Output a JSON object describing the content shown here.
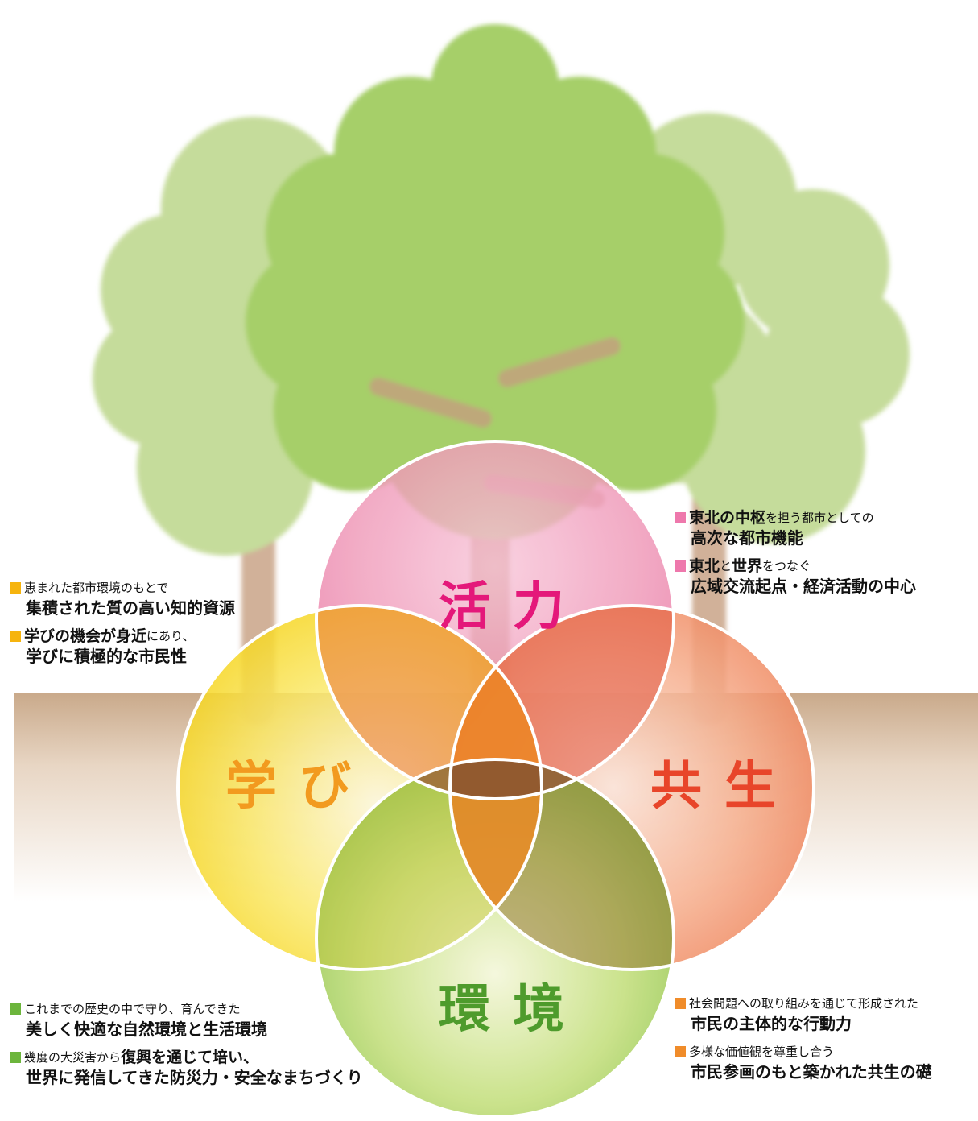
{
  "colors": {
    "learning": "#f29a1f",
    "vitality": "#e4187a",
    "coexistence": "#e8452a",
    "environment": "#4e9b2c",
    "marker_learning": "#f6b40e",
    "marker_vitality": "#ee78ac",
    "marker_environment": "#6cb53c",
    "marker_coexistence": "#f08c2a"
  },
  "circles": {
    "vitality": "活力",
    "learning": "学び",
    "coexistence": "共生",
    "environment": "環境"
  },
  "notes": {
    "learning": [
      {
        "small_pre": "恵まれた都市環境のもとで",
        "bold": "",
        "small_post": "",
        "line2": "集積された質の高い知的資源"
      },
      {
        "small_pre": "",
        "bold": "学びの機会が身近",
        "small_post": "にあり、",
        "line2": "学びに積極的な市民性"
      }
    ],
    "vitality": [
      {
        "small_pre": "",
        "bold": "東北の中枢",
        "small_post": "を担う都市としての",
        "line2": "高次な都市機能"
      },
      {
        "small_pre": "",
        "bold": "東北",
        "small_post": "と",
        "bold2": "世界",
        "small_post2": "をつなぐ",
        "line2": "広域交流起点・経済活動の中心"
      }
    ],
    "environment": [
      {
        "small_pre": "これまでの歴史の中で守り、育んできた",
        "bold": "",
        "small_post": "",
        "line2": "美しく快適な自然環境と生活環境"
      },
      {
        "small_pre": "幾度の大災害から",
        "bold": "復興を通じて培い、",
        "small_post": "",
        "line2": "世界に発信してきた防災力・安全なまちづくり"
      }
    ],
    "coexistence": [
      {
        "small_pre": "社会問題への取り組みを通じて形成された",
        "bold": "",
        "small_post": "",
        "line2": "市民の主体的な行動力"
      },
      {
        "small_pre": "多様な価値観を尊重し合う",
        "bold": "",
        "small_post": "",
        "line2": "市民参画のもと築かれた共生の礎"
      }
    ]
  }
}
